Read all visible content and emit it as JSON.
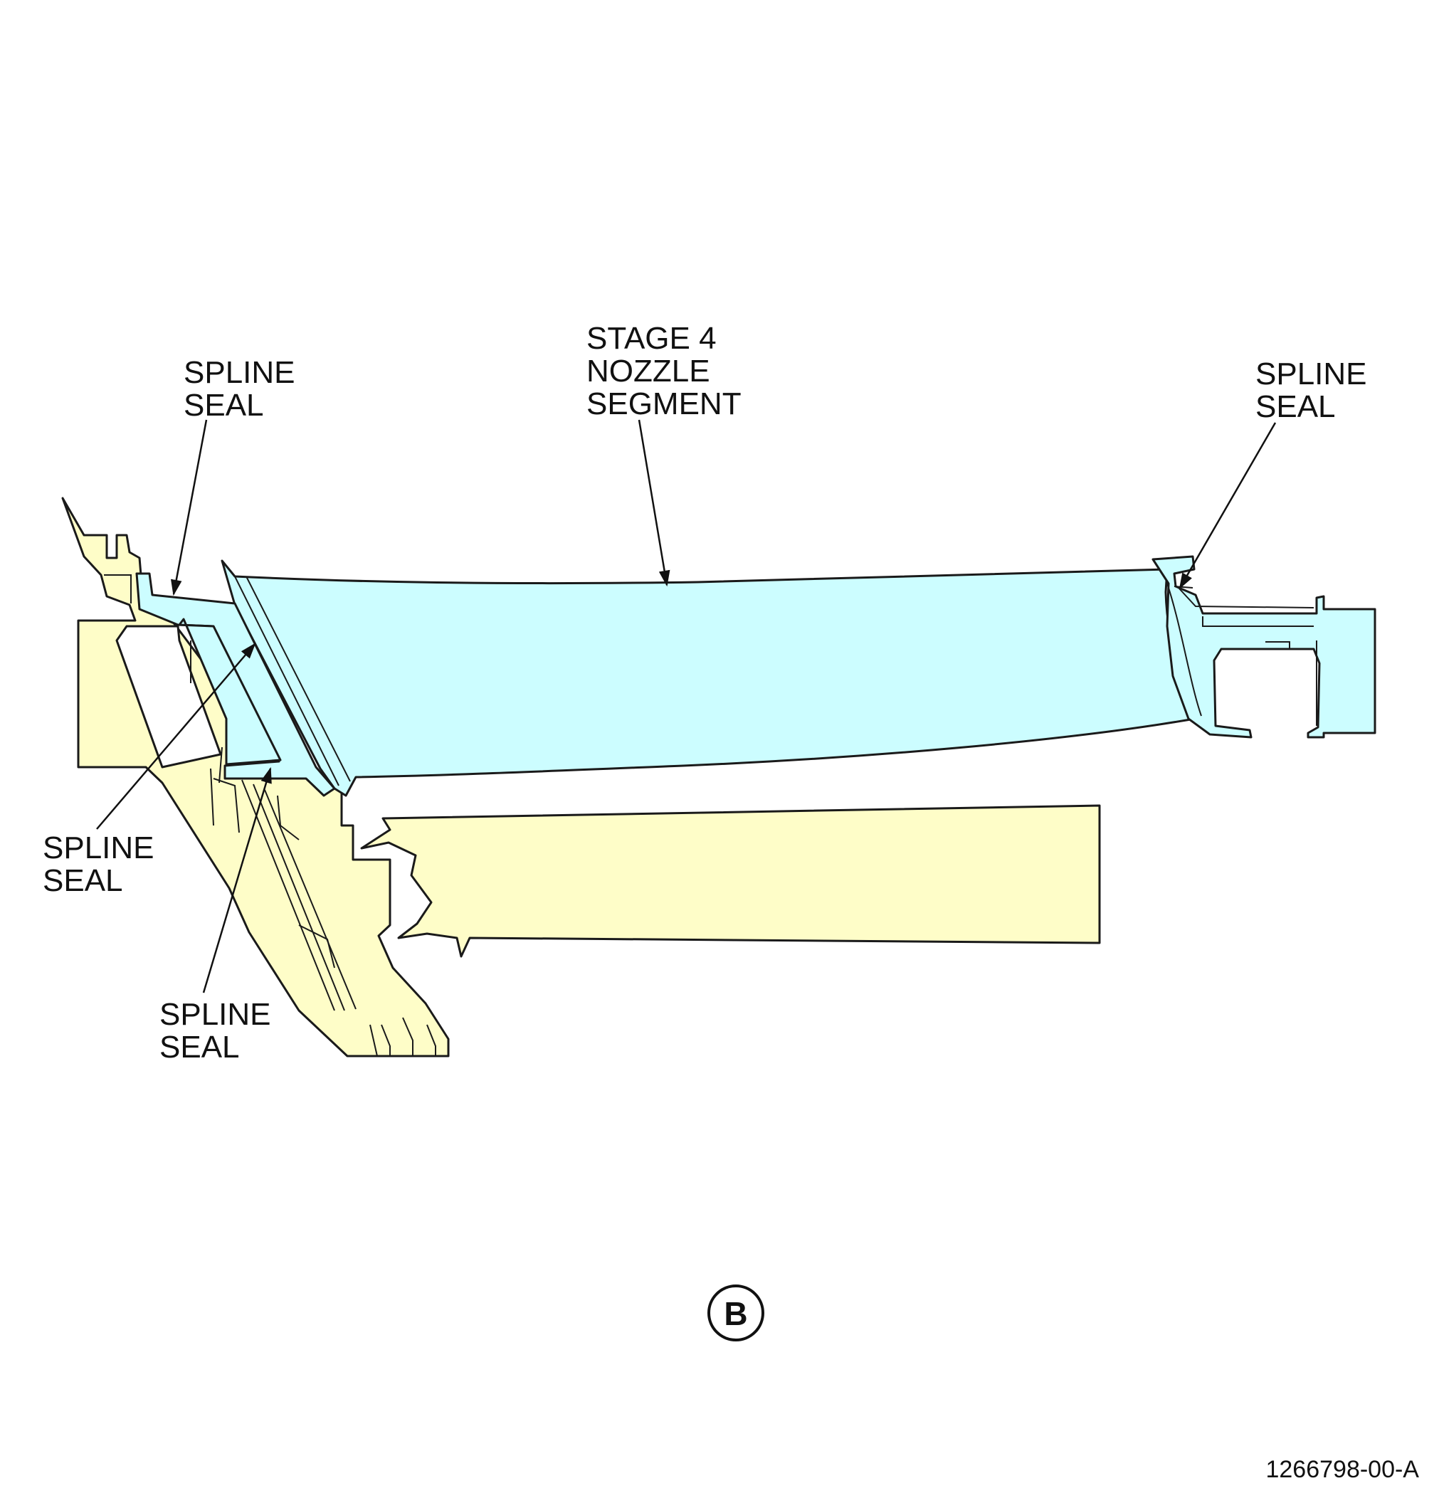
{
  "labels": {
    "spline_seal_top_left": [
      "SPLINE",
      "SEAL"
    ],
    "stage4_nozzle": [
      "STAGE 4",
      "NOZZLE",
      "SEGMENT"
    ],
    "spline_seal_right": [
      "SPLINE",
      "SEAL"
    ],
    "spline_seal_mid_left": [
      "SPLINE",
      "SEAL"
    ],
    "spline_seal_bottom": [
      "SPLINE",
      "SEAL"
    ]
  },
  "view_marker": "B",
  "figure_number": "1266798-00-A",
  "colors": {
    "nozzle_fill": "#ccfdff",
    "housing_fill": "#fefdc8",
    "outline": "#1a1a1a"
  }
}
